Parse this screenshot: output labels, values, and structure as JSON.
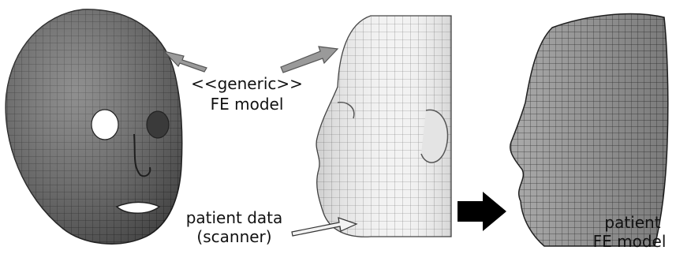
{
  "labels": {
    "generic_line1": "<<generic>>",
    "generic_line2": "FE model",
    "patient_data_line1": "patient data",
    "patient_data_line2": "(scanner)",
    "patient_model_line1": "patient",
    "patient_model_line2": "FE model"
  },
  "figures": {
    "generic_model": "generic finite-element head mesh",
    "patient_scan": "patient head scan with mesh overlay",
    "patient_model": "patient finite-element head mesh (profile)"
  },
  "colors": {
    "mesh_dark": "#555555",
    "mesh_light": "#cfcfcf",
    "arrow_gray": "#9a9a9a",
    "arrow_black": "#000000",
    "text": "#111111"
  }
}
